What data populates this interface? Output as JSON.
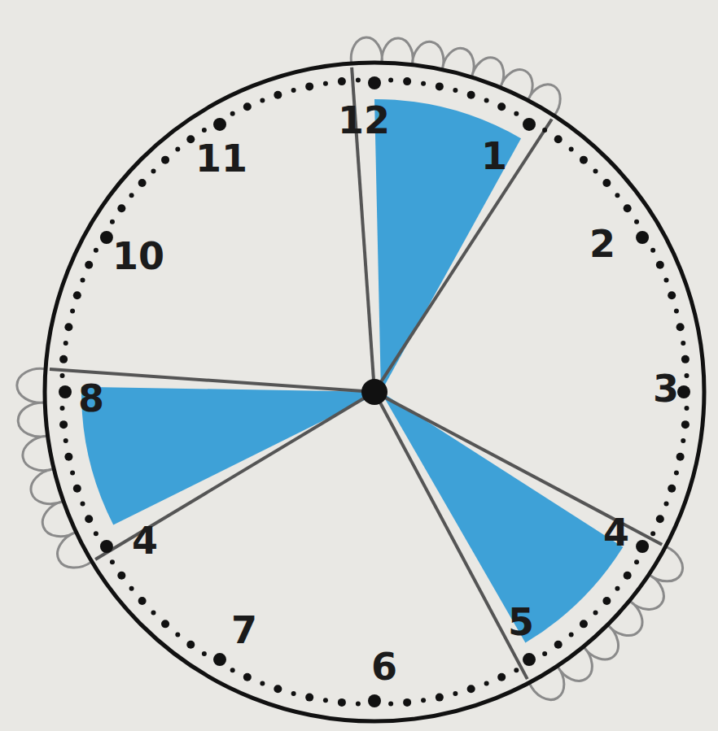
{
  "diagram": {
    "labels": [
      "12",
      "1",
      "11",
      "2",
      "10",
      "3",
      "8",
      "4",
      "4",
      "7",
      "5",
      "6"
    ]
  }
}
